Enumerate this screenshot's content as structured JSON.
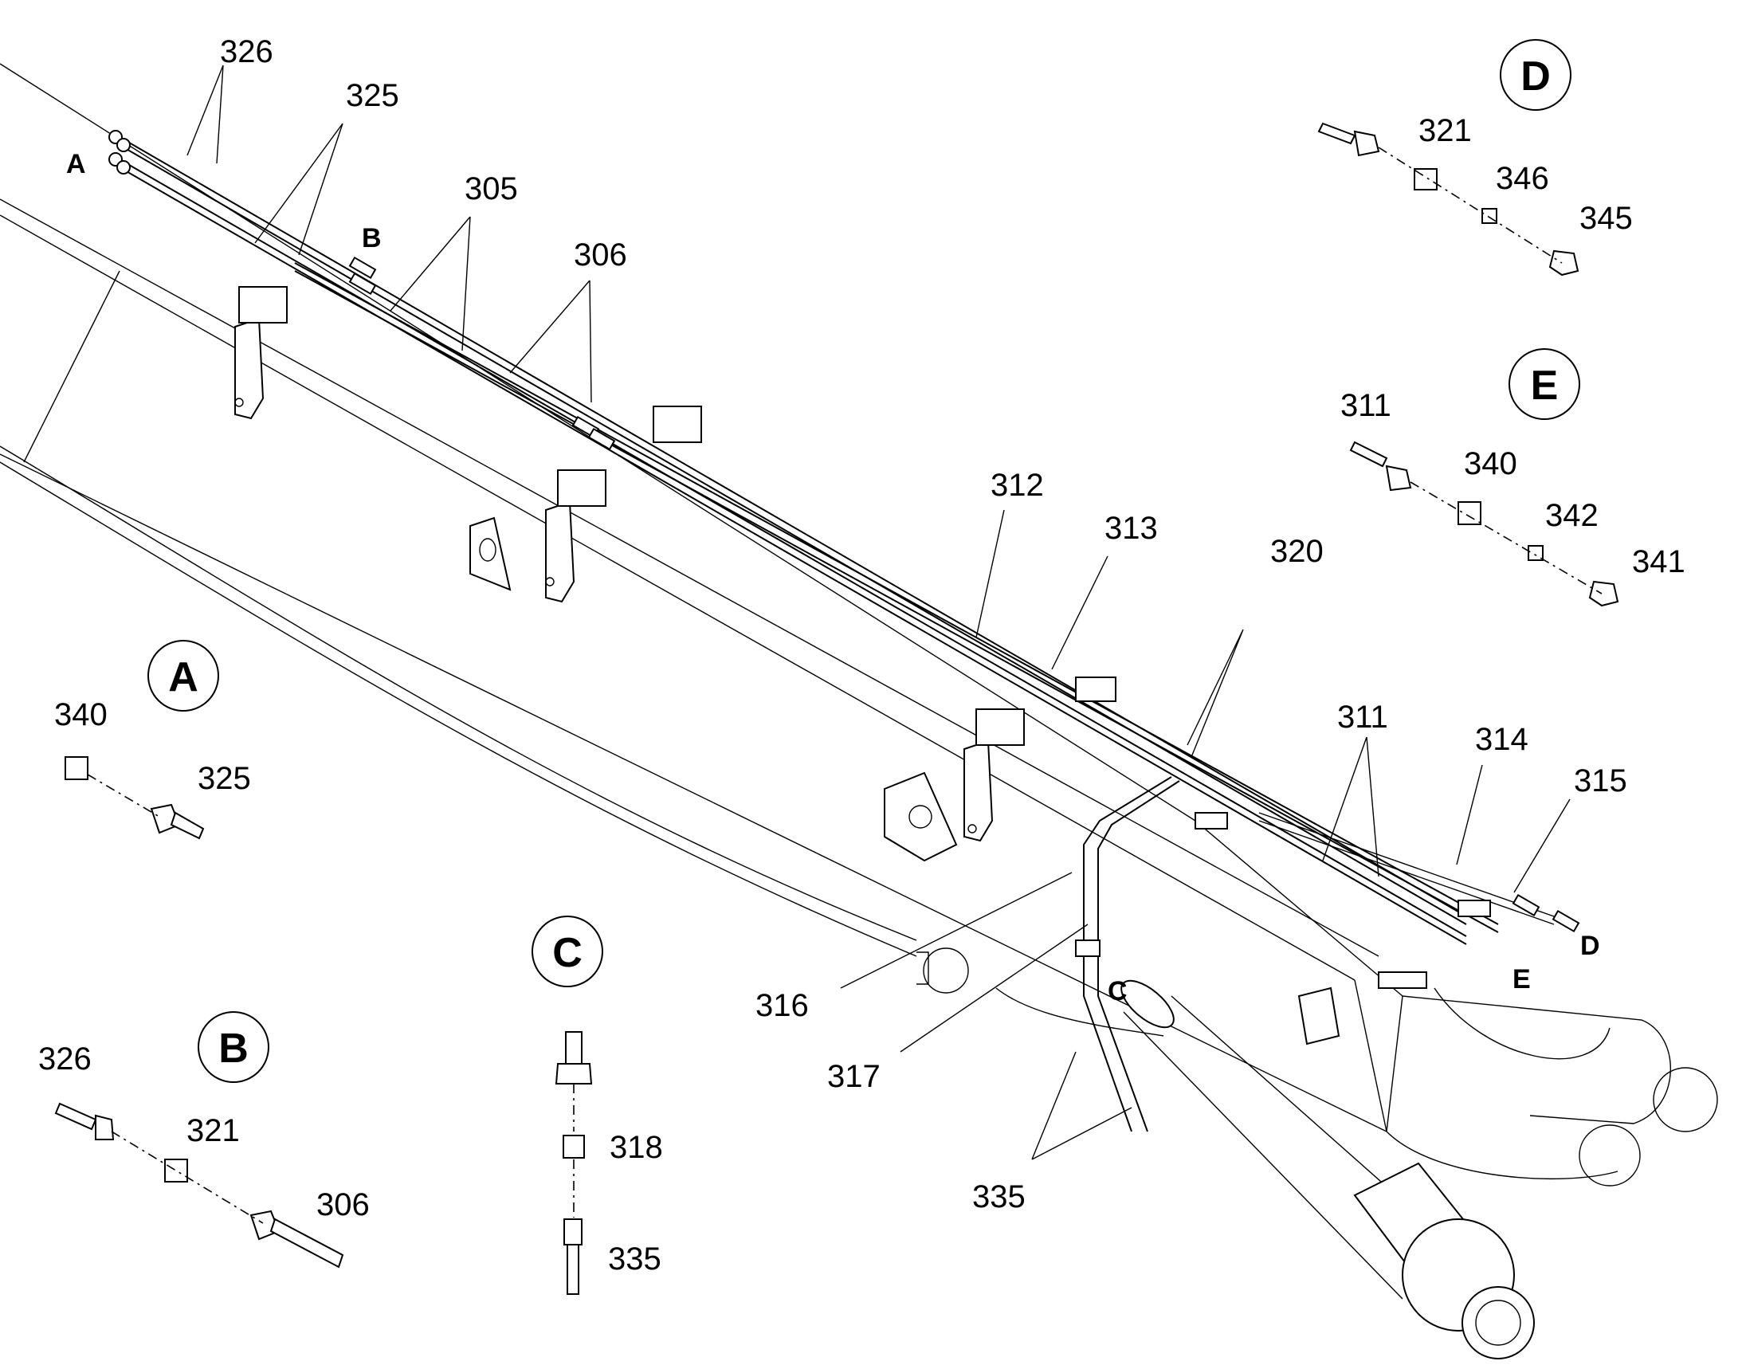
{
  "callouts": {
    "c326_top": "326",
    "c325_top": "325",
    "c305": "305",
    "c306_top": "306",
    "c312": "312",
    "c313": "313",
    "c320": "320",
    "c311_main": "311",
    "c314": "314",
    "c315": "315",
    "c316": "316",
    "c317": "317",
    "c335_main": "335",
    "c321_d": "321",
    "c346": "346",
    "c345": "345",
    "c311_e": "311",
    "c340_e": "340",
    "c342": "342",
    "c341": "341",
    "c340_a": "340",
    "c325_a": "325",
    "c326_b": "326",
    "c321_b": "321",
    "c306_b": "306",
    "c318": "318",
    "c335_c": "335"
  },
  "markers": {
    "m_a": "A",
    "m_b": "B",
    "m_c": "C",
    "m_d": "D",
    "m_e": "E"
  },
  "detail_bubbles": {
    "bubble_d": "D",
    "bubble_e": "E",
    "bubble_a": "A",
    "bubble_b": "B",
    "bubble_c": "C"
  }
}
